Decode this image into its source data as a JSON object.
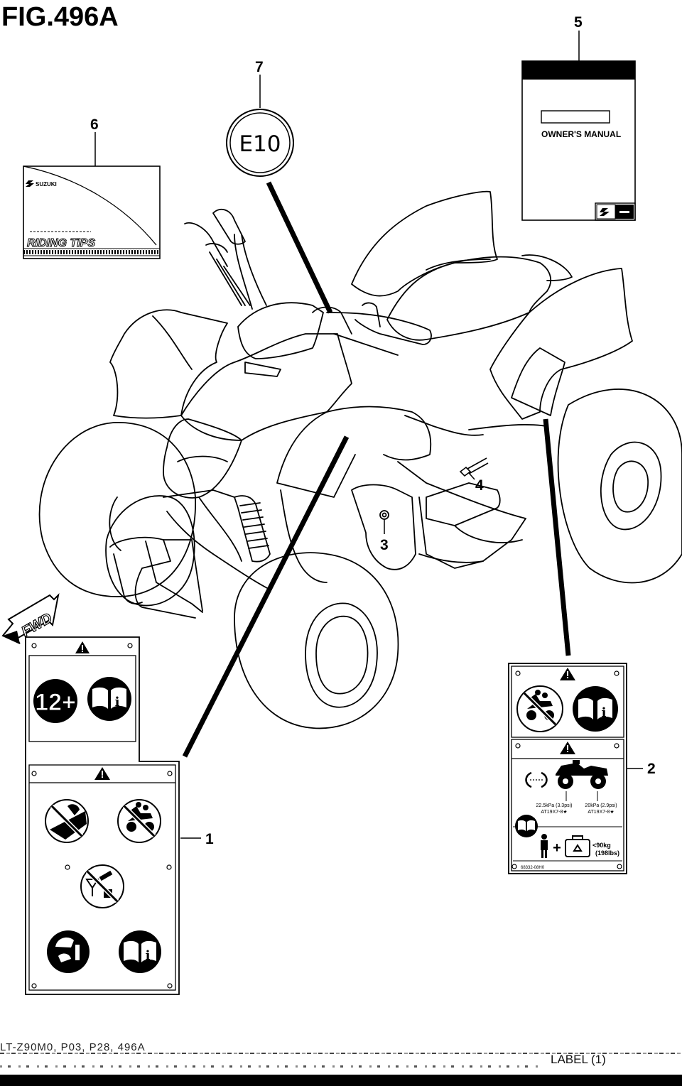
{
  "figure": {
    "title": "FIG.496A"
  },
  "callouts": [
    "1",
    "2",
    "3",
    "4",
    "5",
    "6",
    "7"
  ],
  "fwd_arrow": {
    "label": "FWD"
  },
  "fuel_label": {
    "text": "E10"
  },
  "owners_manual": {
    "title": "OWNER'S MANUAL",
    "brand_icon": "suzuki-s-logo"
  },
  "riding_tips": {
    "brand": "SUZUKI",
    "title": "RIDING TIPS",
    "brand_icon": "suzuki-s-logo"
  },
  "warning_label_1": {
    "age_badge": "12+",
    "icons": [
      "warning-triangle-icon",
      "age-12-plus-icon",
      "read-manual-icon",
      "no-paved-road-icon",
      "no-passenger-icon",
      "no-alcohol-drugs-icon",
      "wear-helmet-icon",
      "read-manual-icon"
    ]
  },
  "warning_label_2": {
    "pressure_front": "22.5kPa (3.3psi)",
    "tire_front": "AT19X7-8★",
    "pressure_rear": "20kPa (2.9psi)",
    "tire_rear": "AT19X7-8★",
    "load_limit": "<90kg",
    "load_limit_lbs": "(198lbs)",
    "part_number": "68332-08H0",
    "icons": [
      "warning-triangle-icon",
      "no-passenger-icon",
      "read-manual-icon",
      "tire-pressure-icon",
      "atv-icon",
      "rider-icon",
      "cargo-icon"
    ]
  },
  "footer": {
    "code": "LT-Z90M0, P03, P28, 496A",
    "page_label": "LABEL (1)"
  }
}
